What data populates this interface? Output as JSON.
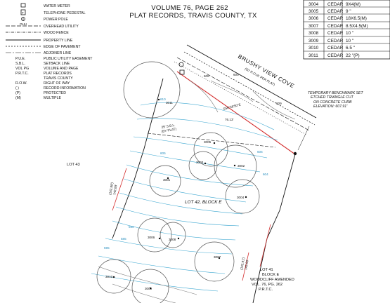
{
  "header": {
    "line1": "VOLUME 76, PAGE 262",
    "line2": "PLAT RECORDS, TRAVIS COUNTY, TX"
  },
  "legend": {
    "items": [
      {
        "label": "WATER METER"
      },
      {
        "label": "TELEPHONE PEDESTAL"
      },
      {
        "label": "POWER POLE"
      },
      {
        "label": "OVERHEAD UTILITY",
        "sym": "OHU"
      },
      {
        "label": "WOOD FENCE"
      },
      {
        "label": "PROPERTY LINE"
      },
      {
        "label": "EDGE OF PAVEMENT"
      },
      {
        "label": "ADJOINER LINE"
      }
    ],
    "abbreviations": [
      {
        "abbr": "P.U.E.",
        "meaning": "PUBLIC UTILITY EASEMENT"
      },
      {
        "abbr": "S.B.L.",
        "meaning": "SETBACK LINE"
      },
      {
        "abbr": "VOL PG",
        "meaning": "VOLUME AND PAGE"
      },
      {
        "abbr": "P.R.T.C.",
        "meaning": "PLAT RECORDS"
      },
      {
        "abbr": "",
        "meaning": "TRAVIS COUNTY"
      },
      {
        "abbr": "R.O.W.",
        "meaning": "RIGHT OF WAY"
      },
      {
        "abbr": "( )",
        "meaning": "RECORD INFORMATION"
      },
      {
        "abbr": "(P)",
        "meaning": "PROTECTED"
      },
      {
        "abbr": "(M)",
        "meaning": "MULTIPLE"
      }
    ]
  },
  "tree_table": {
    "rows": [
      {
        "id": "3004",
        "species": "CEDAR",
        "size": "9X4(M)"
      },
      {
        "id": "3005",
        "species": "CEDAR",
        "size": "9 \""
      },
      {
        "id": "3006",
        "species": "CEDAR",
        "size": "18X6.5(M)"
      },
      {
        "id": "3007",
        "species": "CEDAR",
        "size": "8.5X4.5(M)"
      },
      {
        "id": "3008",
        "species": "CEDAR",
        "size": "10 \""
      },
      {
        "id": "3009",
        "species": "CEDAR",
        "size": "10 \""
      },
      {
        "id": "3010",
        "species": "CEDAR",
        "size": "6.5 \""
      },
      {
        "id": "3011",
        "species": "CEDAR",
        "size": "22 \"(P)"
      }
    ]
  },
  "plan": {
    "street_name": "BRUSHY VIEW COVE",
    "street_row": "(50' R.O.W. PER PLAT)",
    "benchmark": {
      "line1": "TEMPORARY BENCHMARK SET",
      "line2": "ETCHED TRIANGLE CUT",
      "line3": "ON CONCRETE CURB",
      "line4": "ELEVATION: 607.91'"
    },
    "lot42": "LOT 42, BLOCK E",
    "lot43": "LOT 43",
    "lot41": {
      "line1": "LOT 41",
      "line2": "BLOCK E",
      "line3": "WOODCLIFF AMENDED",
      "line4": "VOL. 76, PG. 262",
      "line5": "P.R.T.C."
    },
    "bearing": "S56°48'50\"E",
    "distance": "76.13'",
    "sbl": "25' S.B.L.",
    "sbl_sub": "(BY PLAT)",
    "left_call_1": "(142.88')",
    "left_call_2": "142.89'",
    "right_call_1": "(142.91')",
    "right_call_2": "142.90'",
    "tree_labels": [
      "3011",
      "3005",
      "3003",
      "3002",
      "3001",
      "3004",
      "3006",
      "3008",
      "3007",
      "3010",
      "3009"
    ],
    "contours": [
      "610",
      "605",
      "600",
      "595",
      "590",
      "585",
      "606",
      "604",
      "609",
      "608"
    ]
  }
}
